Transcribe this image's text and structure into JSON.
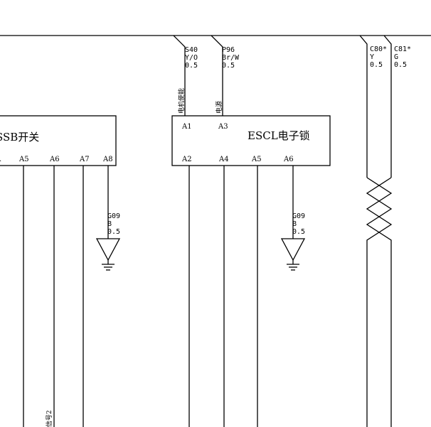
{
  "modules": {
    "ssb": {
      "title": "SSB开关",
      "pins": [
        "A",
        "A5",
        "A6",
        "A7",
        "A8"
      ]
    },
    "escl": {
      "title": "ESCL电子锁",
      "top_pins": [
        "A1",
        "A3"
      ],
      "bottom_pins": [
        "A2",
        "A4",
        "A5",
        "A6"
      ]
    }
  },
  "wires": {
    "s40": {
      "code": "S40",
      "color": "Y/O",
      "size": "0.5",
      "function": "电机使能"
    },
    "p96": {
      "code": "P96",
      "color": "Br/W",
      "size": "0.5",
      "function": "电源"
    },
    "c80": {
      "code": "C80*",
      "color": "Y",
      "size": "0.5"
    },
    "c81": {
      "code": "C81*",
      "color": "G",
      "size": "0.5"
    },
    "ssb_ground": {
      "code": "G09",
      "color": "B",
      "size": "0.5"
    },
    "escl_ground": {
      "code": "G09",
      "color": "B",
      "size": "0.5"
    },
    "ssb_a6_signal": {
      "function": "信号2"
    }
  }
}
